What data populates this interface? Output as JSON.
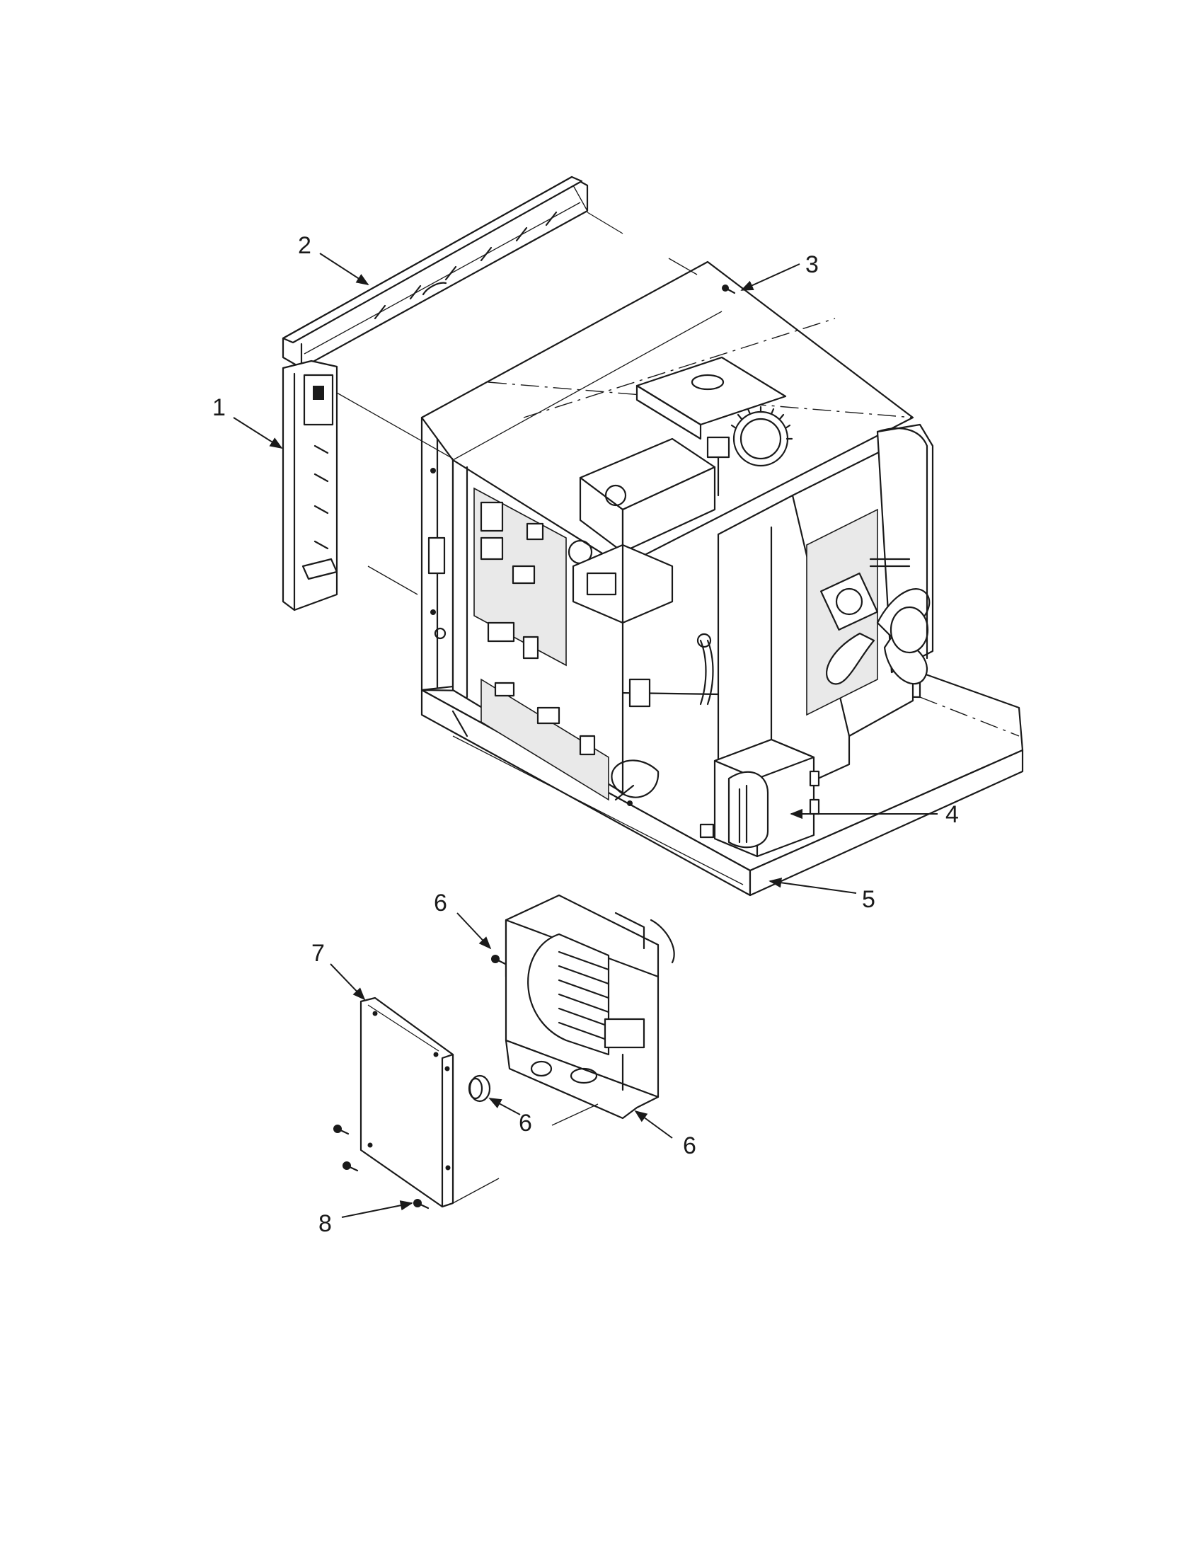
{
  "callouts": [
    {
      "id": "c1",
      "label": "1"
    },
    {
      "id": "c2",
      "label": "2"
    },
    {
      "id": "c3",
      "label": "3"
    },
    {
      "id": "c4",
      "label": "4"
    },
    {
      "id": "c5",
      "label": "5"
    },
    {
      "id": "c6a",
      "label": "6"
    },
    {
      "id": "c6b",
      "label": "6"
    },
    {
      "id": "c6c",
      "label": "6"
    },
    {
      "id": "c7",
      "label": "7"
    },
    {
      "id": "c8",
      "label": "8"
    }
  ],
  "colors": {
    "ink": "#1a1a1a",
    "paper": "#ffffff"
  }
}
